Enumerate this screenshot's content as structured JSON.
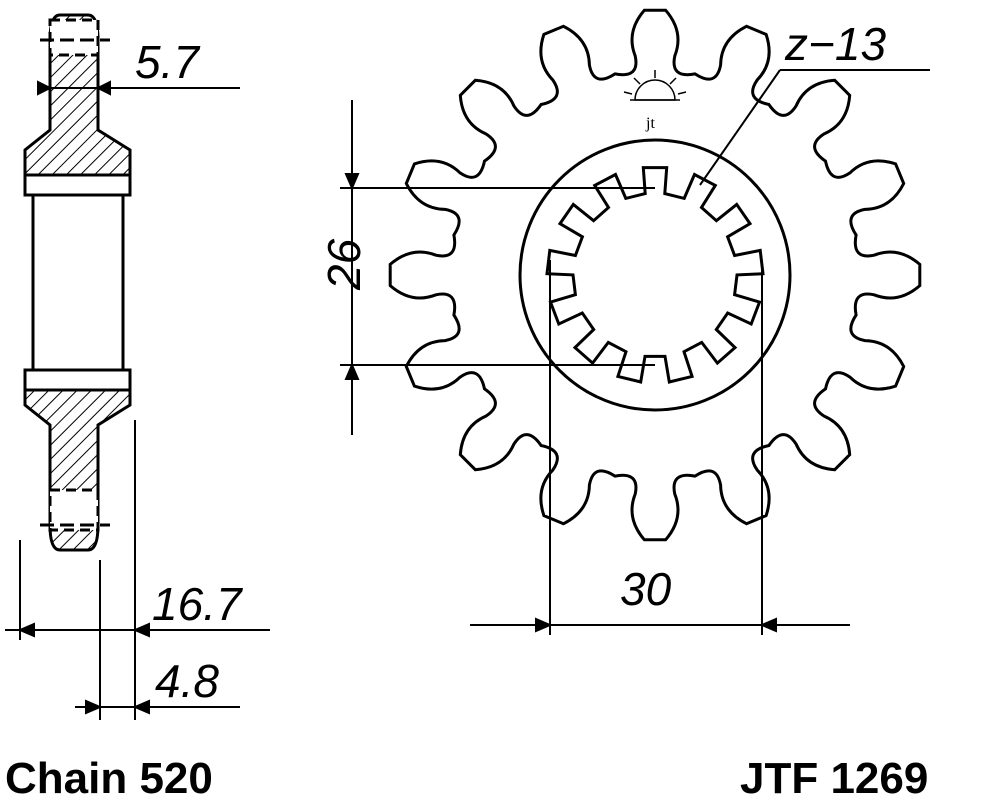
{
  "dimensions": {
    "tooth_width": "5.7",
    "hub_width": "16.7",
    "offset": "4.8",
    "spline_diameter": "26",
    "bore_diameter": "30",
    "spline_count": "z−13"
  },
  "footer": {
    "chain": "Chain 520",
    "part_number": "JTF 1269"
  },
  "logo": {
    "text": "jt"
  },
  "colors": {
    "line": "#000000",
    "background": "#ffffff"
  }
}
